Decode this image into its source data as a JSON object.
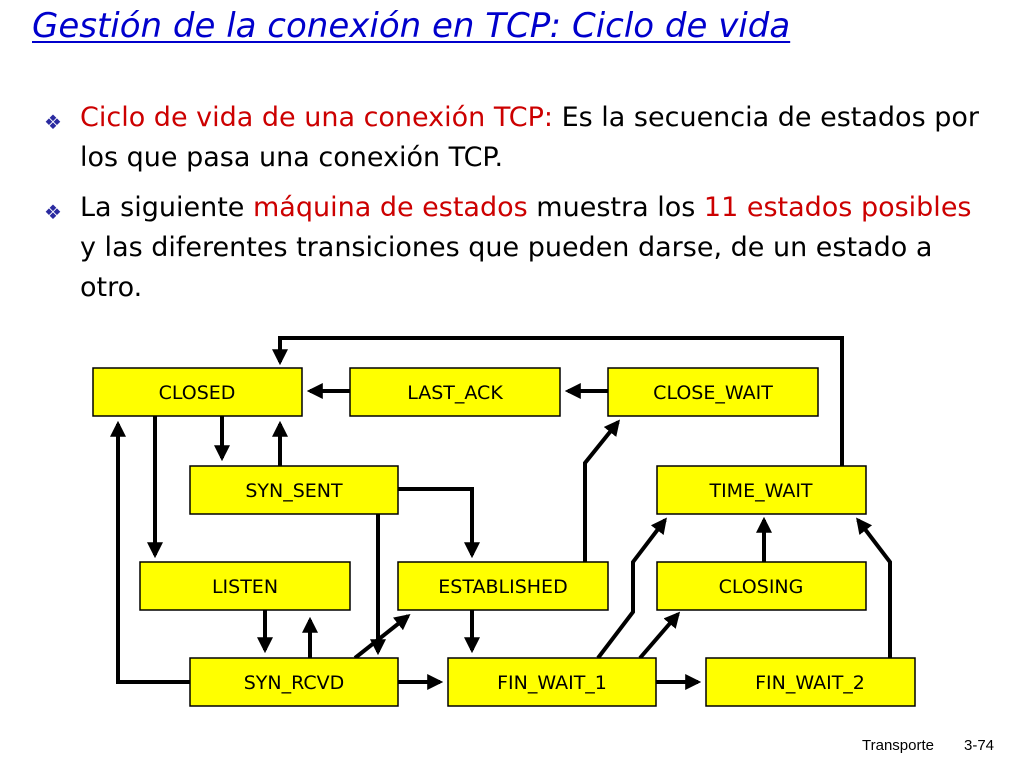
{
  "title": "Gestión de la conexión en TCP: Ciclo de vida",
  "bullets": [
    {
      "parts": [
        {
          "text": "Ciclo de vida de una conexión TCP:",
          "highlight": true
        },
        {
          "text": " Es la secuencia de estados por los que pasa una conexión TCP.",
          "highlight": false
        }
      ]
    },
    {
      "parts": [
        {
          "text": "La siguiente ",
          "highlight": false
        },
        {
          "text": "máquina de estados",
          "highlight": true
        },
        {
          "text": " muestra los ",
          "highlight": false
        },
        {
          "text": "11 estados posibles",
          "highlight": true
        },
        {
          "text": " y las diferentes transiciones que pueden darse, de un estado a otro.",
          "highlight": false
        }
      ]
    }
  ],
  "diagram": {
    "state_fill": "#ffff00",
    "states": {
      "closed": "CLOSED",
      "last_ack": "LAST_ACK",
      "close_wait": "CLOSE_WAIT",
      "syn_sent": "SYN_SENT",
      "time_wait": "TIME_WAIT",
      "listen": "LISTEN",
      "established": "ESTABLISHED",
      "closing": "CLOSING",
      "syn_rcvd": "SYN_RCVD",
      "fin_wait_1": "FIN_WAIT_1",
      "fin_wait_2": "FIN_WAIT_2"
    }
  },
  "footer": {
    "section": "Transporte",
    "page": "3-74"
  }
}
